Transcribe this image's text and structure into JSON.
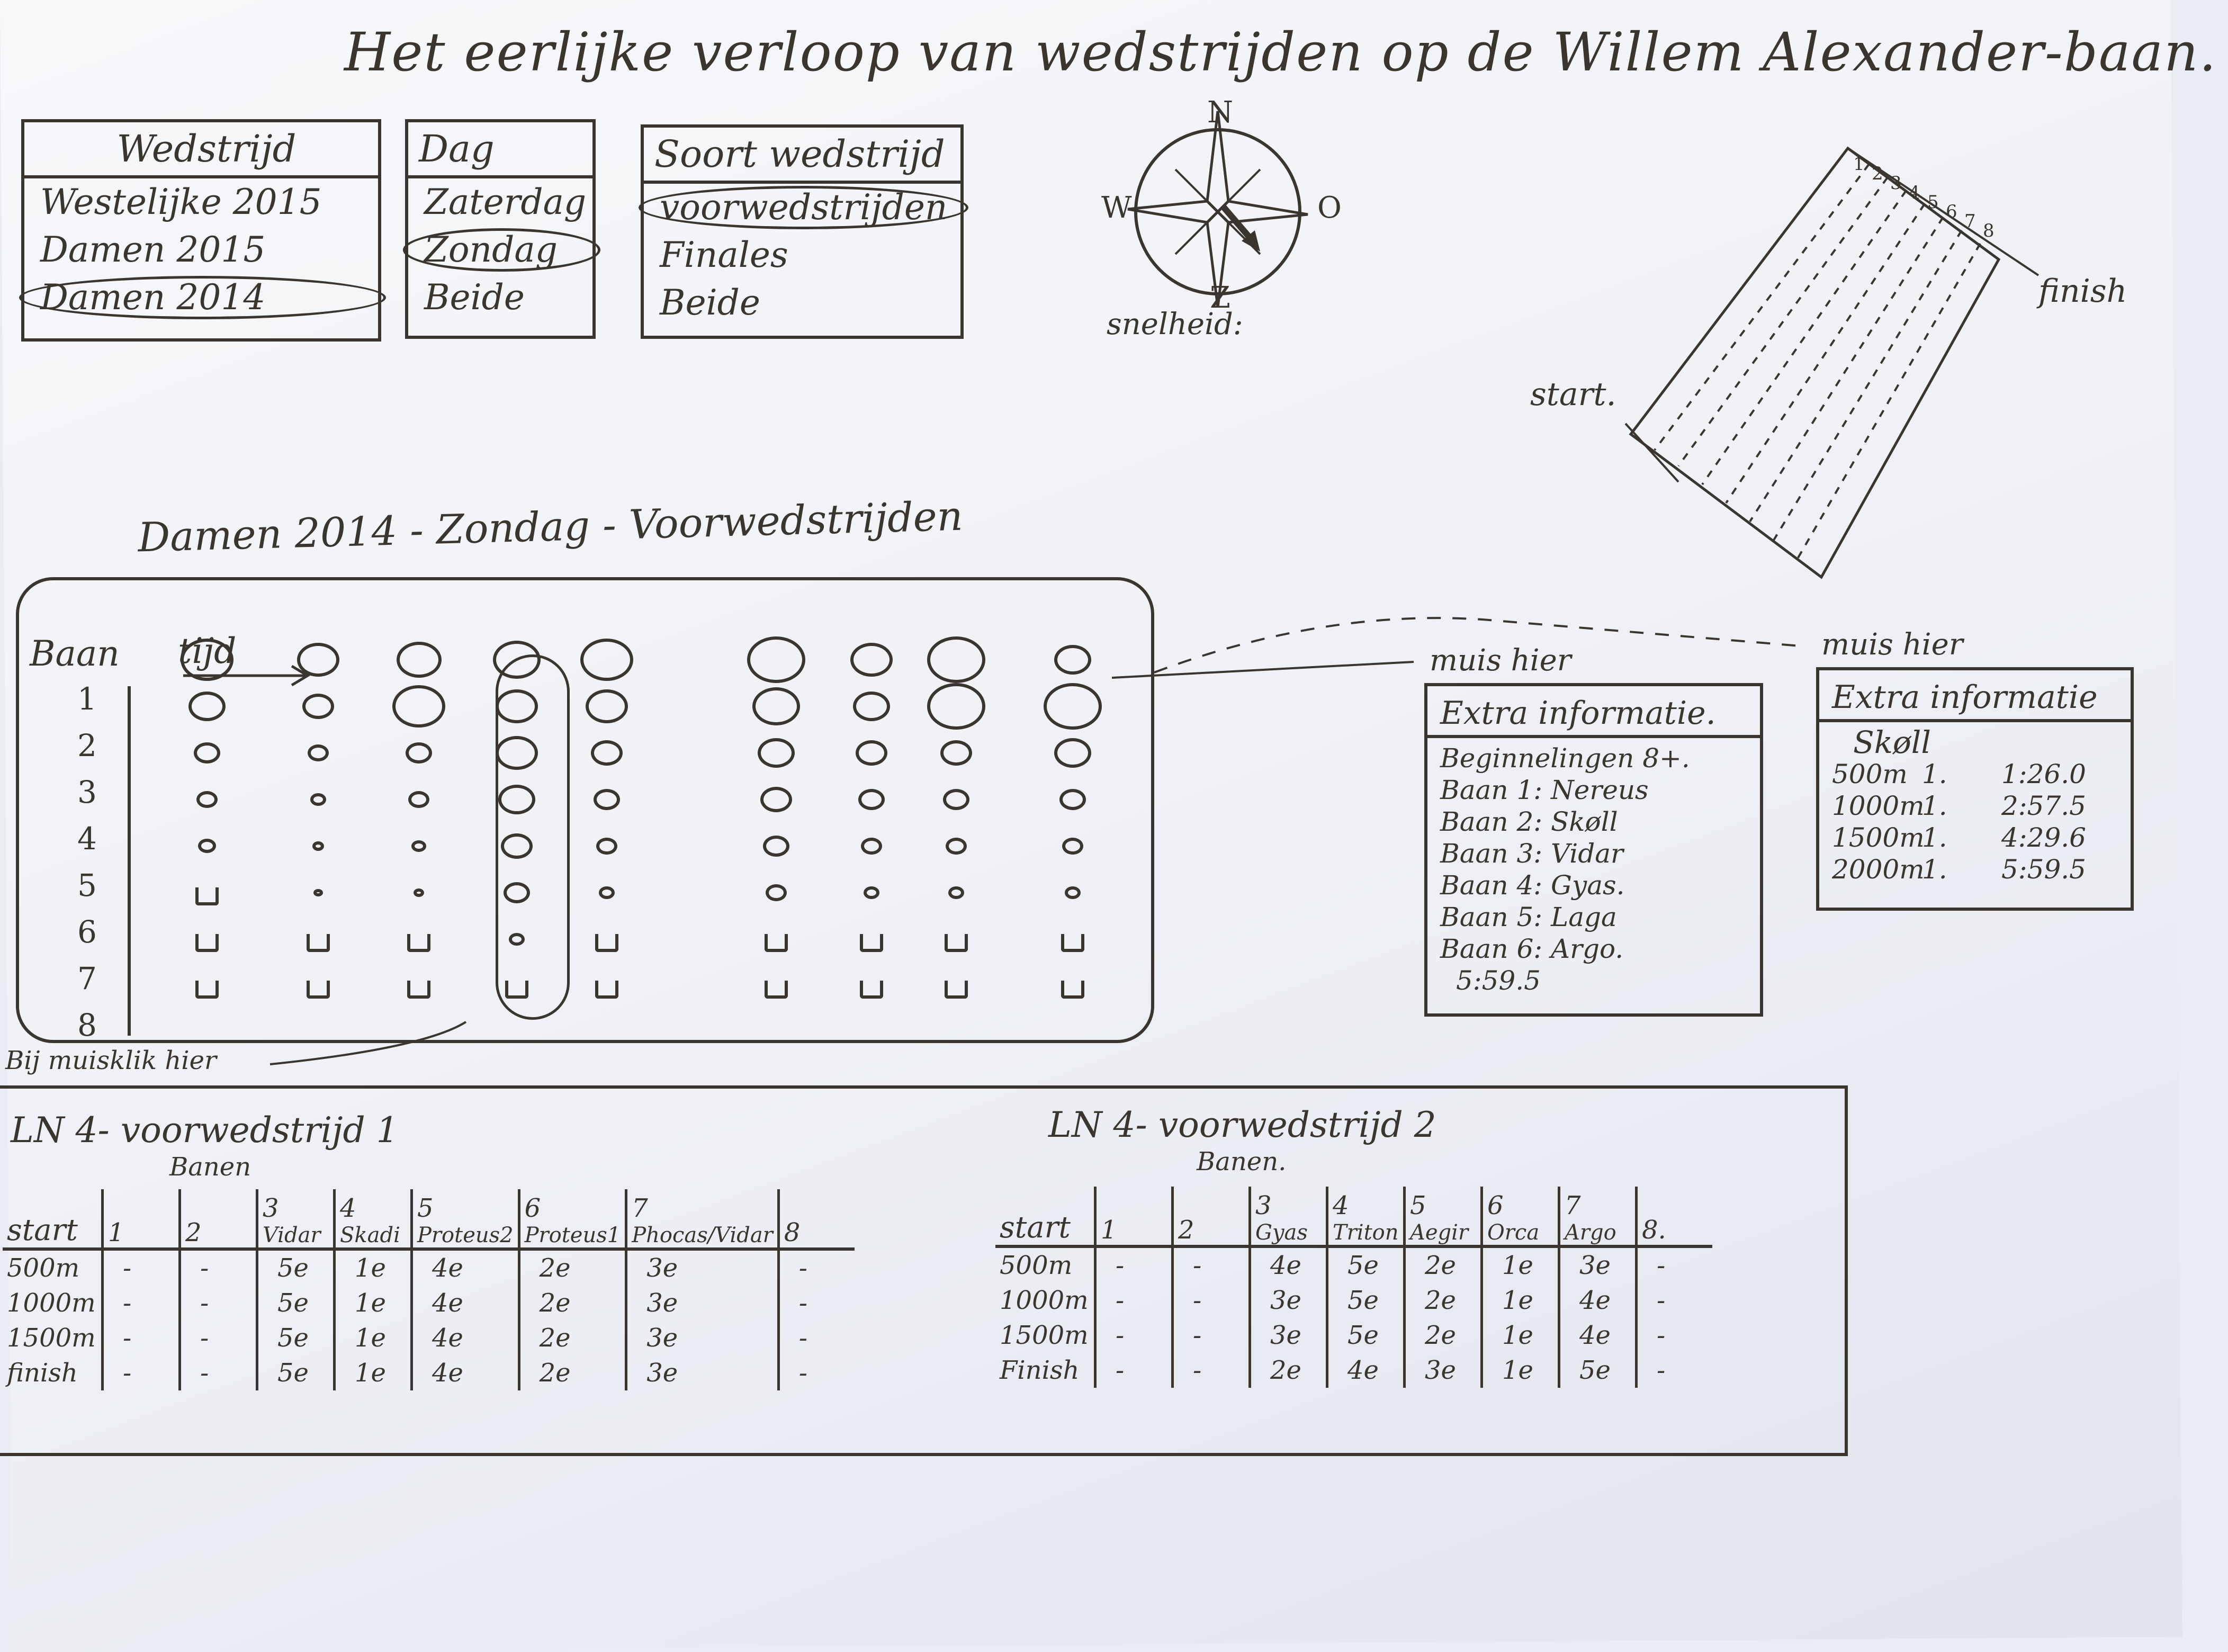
{
  "title": "Het eerlijke verloop van wedstrijden op de Willem Alexander-baan.",
  "filters": {
    "wedstrijd": {
      "header": "Wedstrijd",
      "options": [
        "Westelijke 2015",
        "Damen 2015",
        "Damen 2014"
      ],
      "selected": "Damen 2014"
    },
    "dag": {
      "header": "Dag",
      "options": [
        "Zaterdag",
        "Zondag",
        "Beide"
      ],
      "selected": "Zondag"
    },
    "soort": {
      "header": "Soort wedstrijd",
      "options": [
        "voorwedstrijden",
        "Finales",
        "Beide"
      ],
      "selected": "voorwedstrijden"
    }
  },
  "wind": {
    "north": "N",
    "east": "O",
    "south": "Z",
    "west": "W",
    "speed_label": "snelheid:"
  },
  "course": {
    "start_label": "start.",
    "finish_label": "finish",
    "lane_numbers": [
      "1",
      "2",
      "3",
      "4",
      "5",
      "6",
      "7",
      "8"
    ]
  },
  "race_heading": "Damen 2014 - Zondag - Voorwedstrijden",
  "viz": {
    "axis_lane": "Baan",
    "axis_time": "tijd",
    "lanes": [
      "1",
      "2",
      "3",
      "4",
      "5",
      "6",
      "7",
      "8"
    ],
    "click_note": "Bij muisklik hier"
  },
  "hover": {
    "label": "muis hier",
    "heat_info": {
      "title": "Extra informatie.",
      "lines": [
        "Beginnelingen 8+.",
        "Baan 1: Nereus",
        "Baan 2: Skøll",
        "Baan 3: Vidar",
        "Baan 4: Gyas.",
        "Baan 5: Laga",
        "Baan 6: Argo.",
        "5:59.5"
      ]
    },
    "crew_info": {
      "title": "Extra informatie",
      "crew": "Skøll",
      "splits": [
        {
          "dist": "500m",
          "pos": "1.",
          "time": "1:26.0"
        },
        {
          "dist": "1000m",
          "pos": "1.",
          "time": "2:57.5"
        },
        {
          "dist": "1500m",
          "pos": "1.",
          "time": "4:29.6"
        },
        {
          "dist": "2000m",
          "pos": "1.",
          "time": "5:59.5"
        }
      ]
    }
  },
  "heats": [
    {
      "title": "LN 4- voorwedstrijd 1",
      "banen_label": "Banen",
      "start_label": "start",
      "lanes": [
        {
          "no": "1",
          "crew": ""
        },
        {
          "no": "2",
          "crew": ""
        },
        {
          "no": "3",
          "crew": "Vidar"
        },
        {
          "no": "4",
          "crew": "Skadi"
        },
        {
          "no": "5",
          "crew": "Proteus2"
        },
        {
          "no": "6",
          "crew": "Proteus1"
        },
        {
          "no": "7",
          "crew": "Phocas/Vidar"
        },
        {
          "no": "8",
          "crew": ""
        }
      ],
      "rows": [
        {
          "label": "500m",
          "cells": [
            "-",
            "-",
            "5e",
            "1e",
            "4e",
            "2e",
            "3e",
            "-"
          ]
        },
        {
          "label": "1000m",
          "cells": [
            "-",
            "-",
            "5e",
            "1e",
            "4e",
            "2e",
            "3e",
            "-"
          ]
        },
        {
          "label": "1500m",
          "cells": [
            "-",
            "-",
            "5e",
            "1e",
            "4e",
            "2e",
            "3e",
            "-"
          ]
        },
        {
          "label": "finish",
          "cells": [
            "-",
            "-",
            "5e",
            "1e",
            "4e",
            "2e",
            "3e",
            "-"
          ]
        }
      ]
    },
    {
      "title": "LN 4- voorwedstrijd 2",
      "banen_label": "Banen.",
      "start_label": "start",
      "lanes": [
        {
          "no": "1",
          "crew": ""
        },
        {
          "no": "2",
          "crew": ""
        },
        {
          "no": "3",
          "crew": "Gyas"
        },
        {
          "no": "4",
          "crew": "Triton"
        },
        {
          "no": "5",
          "crew": "Aegir"
        },
        {
          "no": "6",
          "crew": "Orca"
        },
        {
          "no": "7",
          "crew": "Argo"
        },
        {
          "no": "8.",
          "crew": ""
        }
      ],
      "rows": [
        {
          "label": "500m",
          "cells": [
            "-",
            "-",
            "4e",
            "5e",
            "2e",
            "1e",
            "3e",
            "-"
          ]
        },
        {
          "label": "1000m",
          "cells": [
            "-",
            "-",
            "3e",
            "5e",
            "2e",
            "1e",
            "4e",
            "-"
          ]
        },
        {
          "label": "1500m",
          "cells": [
            "-",
            "-",
            "3e",
            "5e",
            "2e",
            "1e",
            "4e",
            "-"
          ]
        },
        {
          "label": "Finish",
          "cells": [
            "-",
            "-",
            "2e",
            "4e",
            "3e",
            "1e",
            "5e",
            "-"
          ]
        }
      ]
    }
  ]
}
